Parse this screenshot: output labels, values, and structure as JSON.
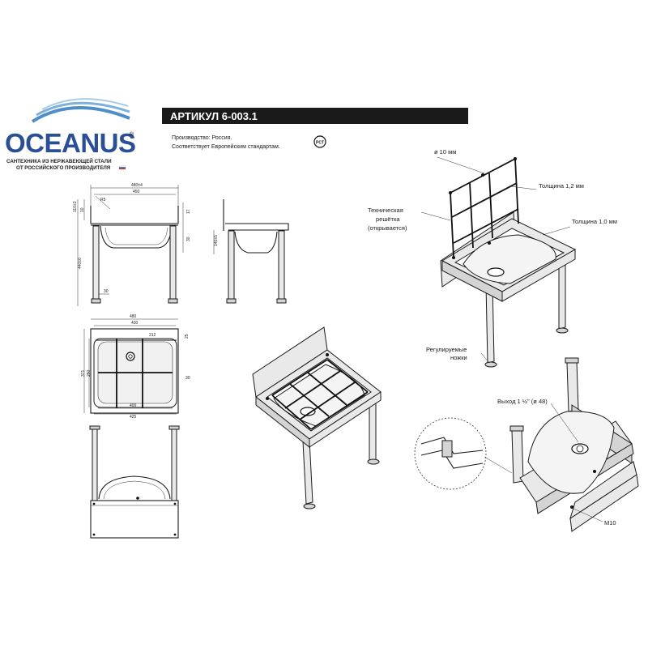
{
  "logo": {
    "brand": "OCEANUS",
    "reg": "®",
    "tagline_1": "САНТЕХНИКА ИЗ НЕРЖАВЕЮЩЕЙ СТАЛИ",
    "tagline_2": "ОТ РОССИЙСКОГО ПРОИЗВОДИТЕЛЯ",
    "brand_color": "#2b4f96",
    "wave_color": "#4e8fc8"
  },
  "header": {
    "article": "АРТИКУЛ 6-003.1",
    "production": "Производство: Россия.",
    "standards": "Соответствует Европейским стандартам.",
    "cert_mark": "PCT",
    "bar_color": "#1a1a1a"
  },
  "front_view": {
    "dims": {
      "top_total": "480±4",
      "top_inner": "450",
      "top_r": "R5",
      "side_a": "110±3",
      "side_b": "10",
      "side_c": "17",
      "side_d": "30",
      "height": "440±6",
      "foot": "30"
    }
  },
  "side_view": {
    "dims": {
      "basin_h": "140±5"
    }
  },
  "top_view": {
    "dims": {
      "width": "480",
      "basin_w": "430",
      "drain_offset": "212",
      "total_depth": "371",
      "basin_depth": "250",
      "left_margin": "30",
      "basin_opening": "400",
      "right_edge": "425",
      "lip": "25"
    }
  },
  "callouts": {
    "rod": "ø 10 мм",
    "grate_thickness": "Толщина 1,2 мм",
    "grate_1": "Техническая",
    "grate_2": "решётка",
    "grate_3": "(открывается)",
    "body_thickness": "Толщина 1,0 мм",
    "feet_1": "Регулируемые",
    "feet_2": "ножки",
    "outlet": "Выход 1 ½\" (ø 48)",
    "bolt": "M10"
  }
}
